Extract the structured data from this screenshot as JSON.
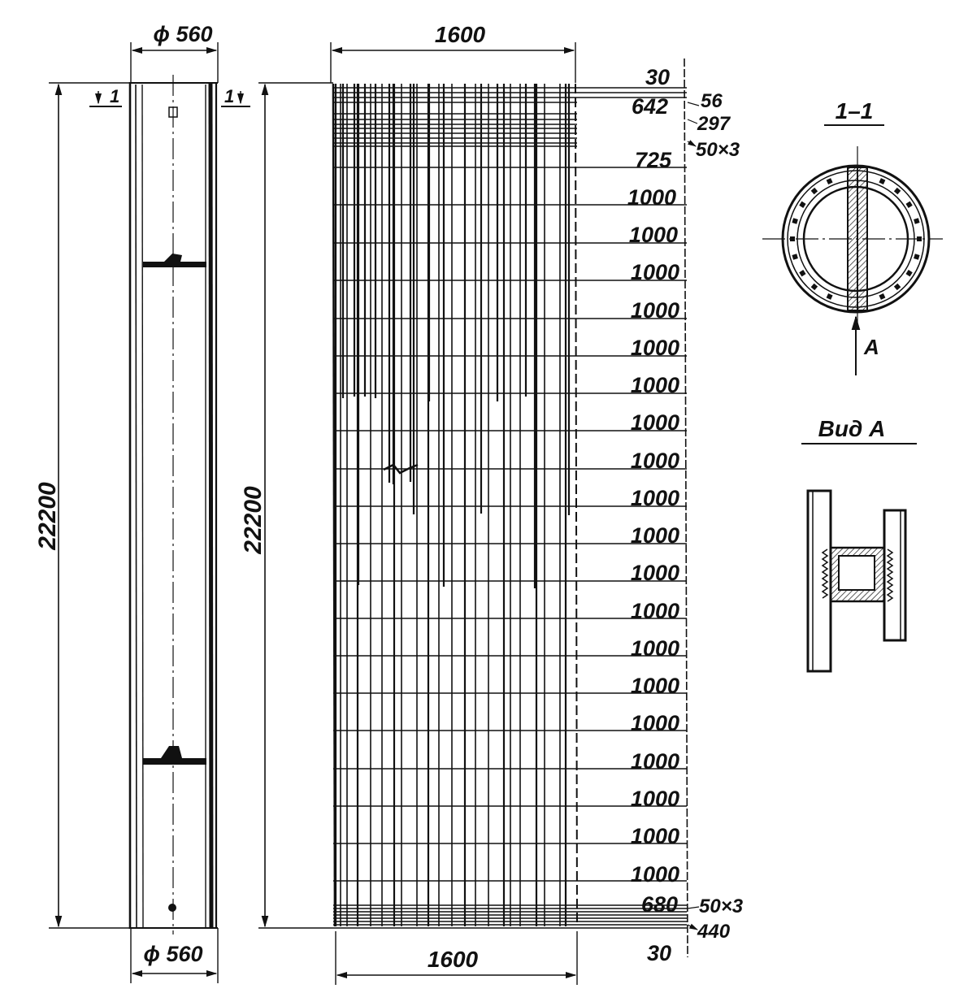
{
  "left_elevation": {
    "top_diameter": "ϕ 560",
    "bottom_diameter": "ϕ 560",
    "height": "22200",
    "section_mark": "1"
  },
  "cage_elevation": {
    "top_width": "1600",
    "bottom_width": "1600",
    "height": "22200",
    "spacing_labels": [
      "30",
      "642",
      "725",
      "1000",
      "1000",
      "1000",
      "1000",
      "1000",
      "1000",
      "1000",
      "1000",
      "1000",
      "1000",
      "1000",
      "1000",
      "1000",
      "1000",
      "1000",
      "1000",
      "1000",
      "1000",
      "1000",
      "680",
      "30"
    ],
    "side_notes": [
      "56",
      "297",
      "50×3",
      "50×3",
      "440"
    ]
  },
  "section_view": {
    "title": "1–1",
    "arrow_label": "A"
  },
  "detail_view": {
    "title": "Вид А"
  }
}
